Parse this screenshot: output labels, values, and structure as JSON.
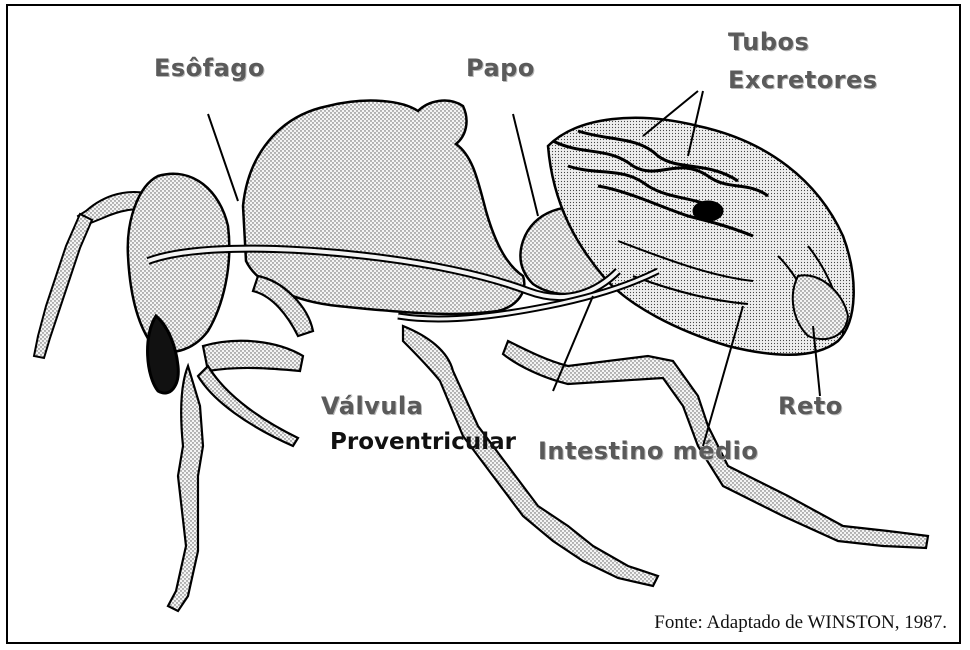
{
  "labels": {
    "esofago": "Esôfago",
    "papo": "Papo",
    "tubos_line1": "Tubos",
    "tubos_line2": "Excretores",
    "valvula_line1": "Válvula",
    "valvula_line2": "Proventricular",
    "intestino": "Intestino médio",
    "reto": "Reto"
  },
  "source": "Fonte: Adaptado de WINSTON, 1987.",
  "colors": {
    "border": "#000000",
    "label": "#5a5a5a",
    "stipple": "#444444"
  }
}
